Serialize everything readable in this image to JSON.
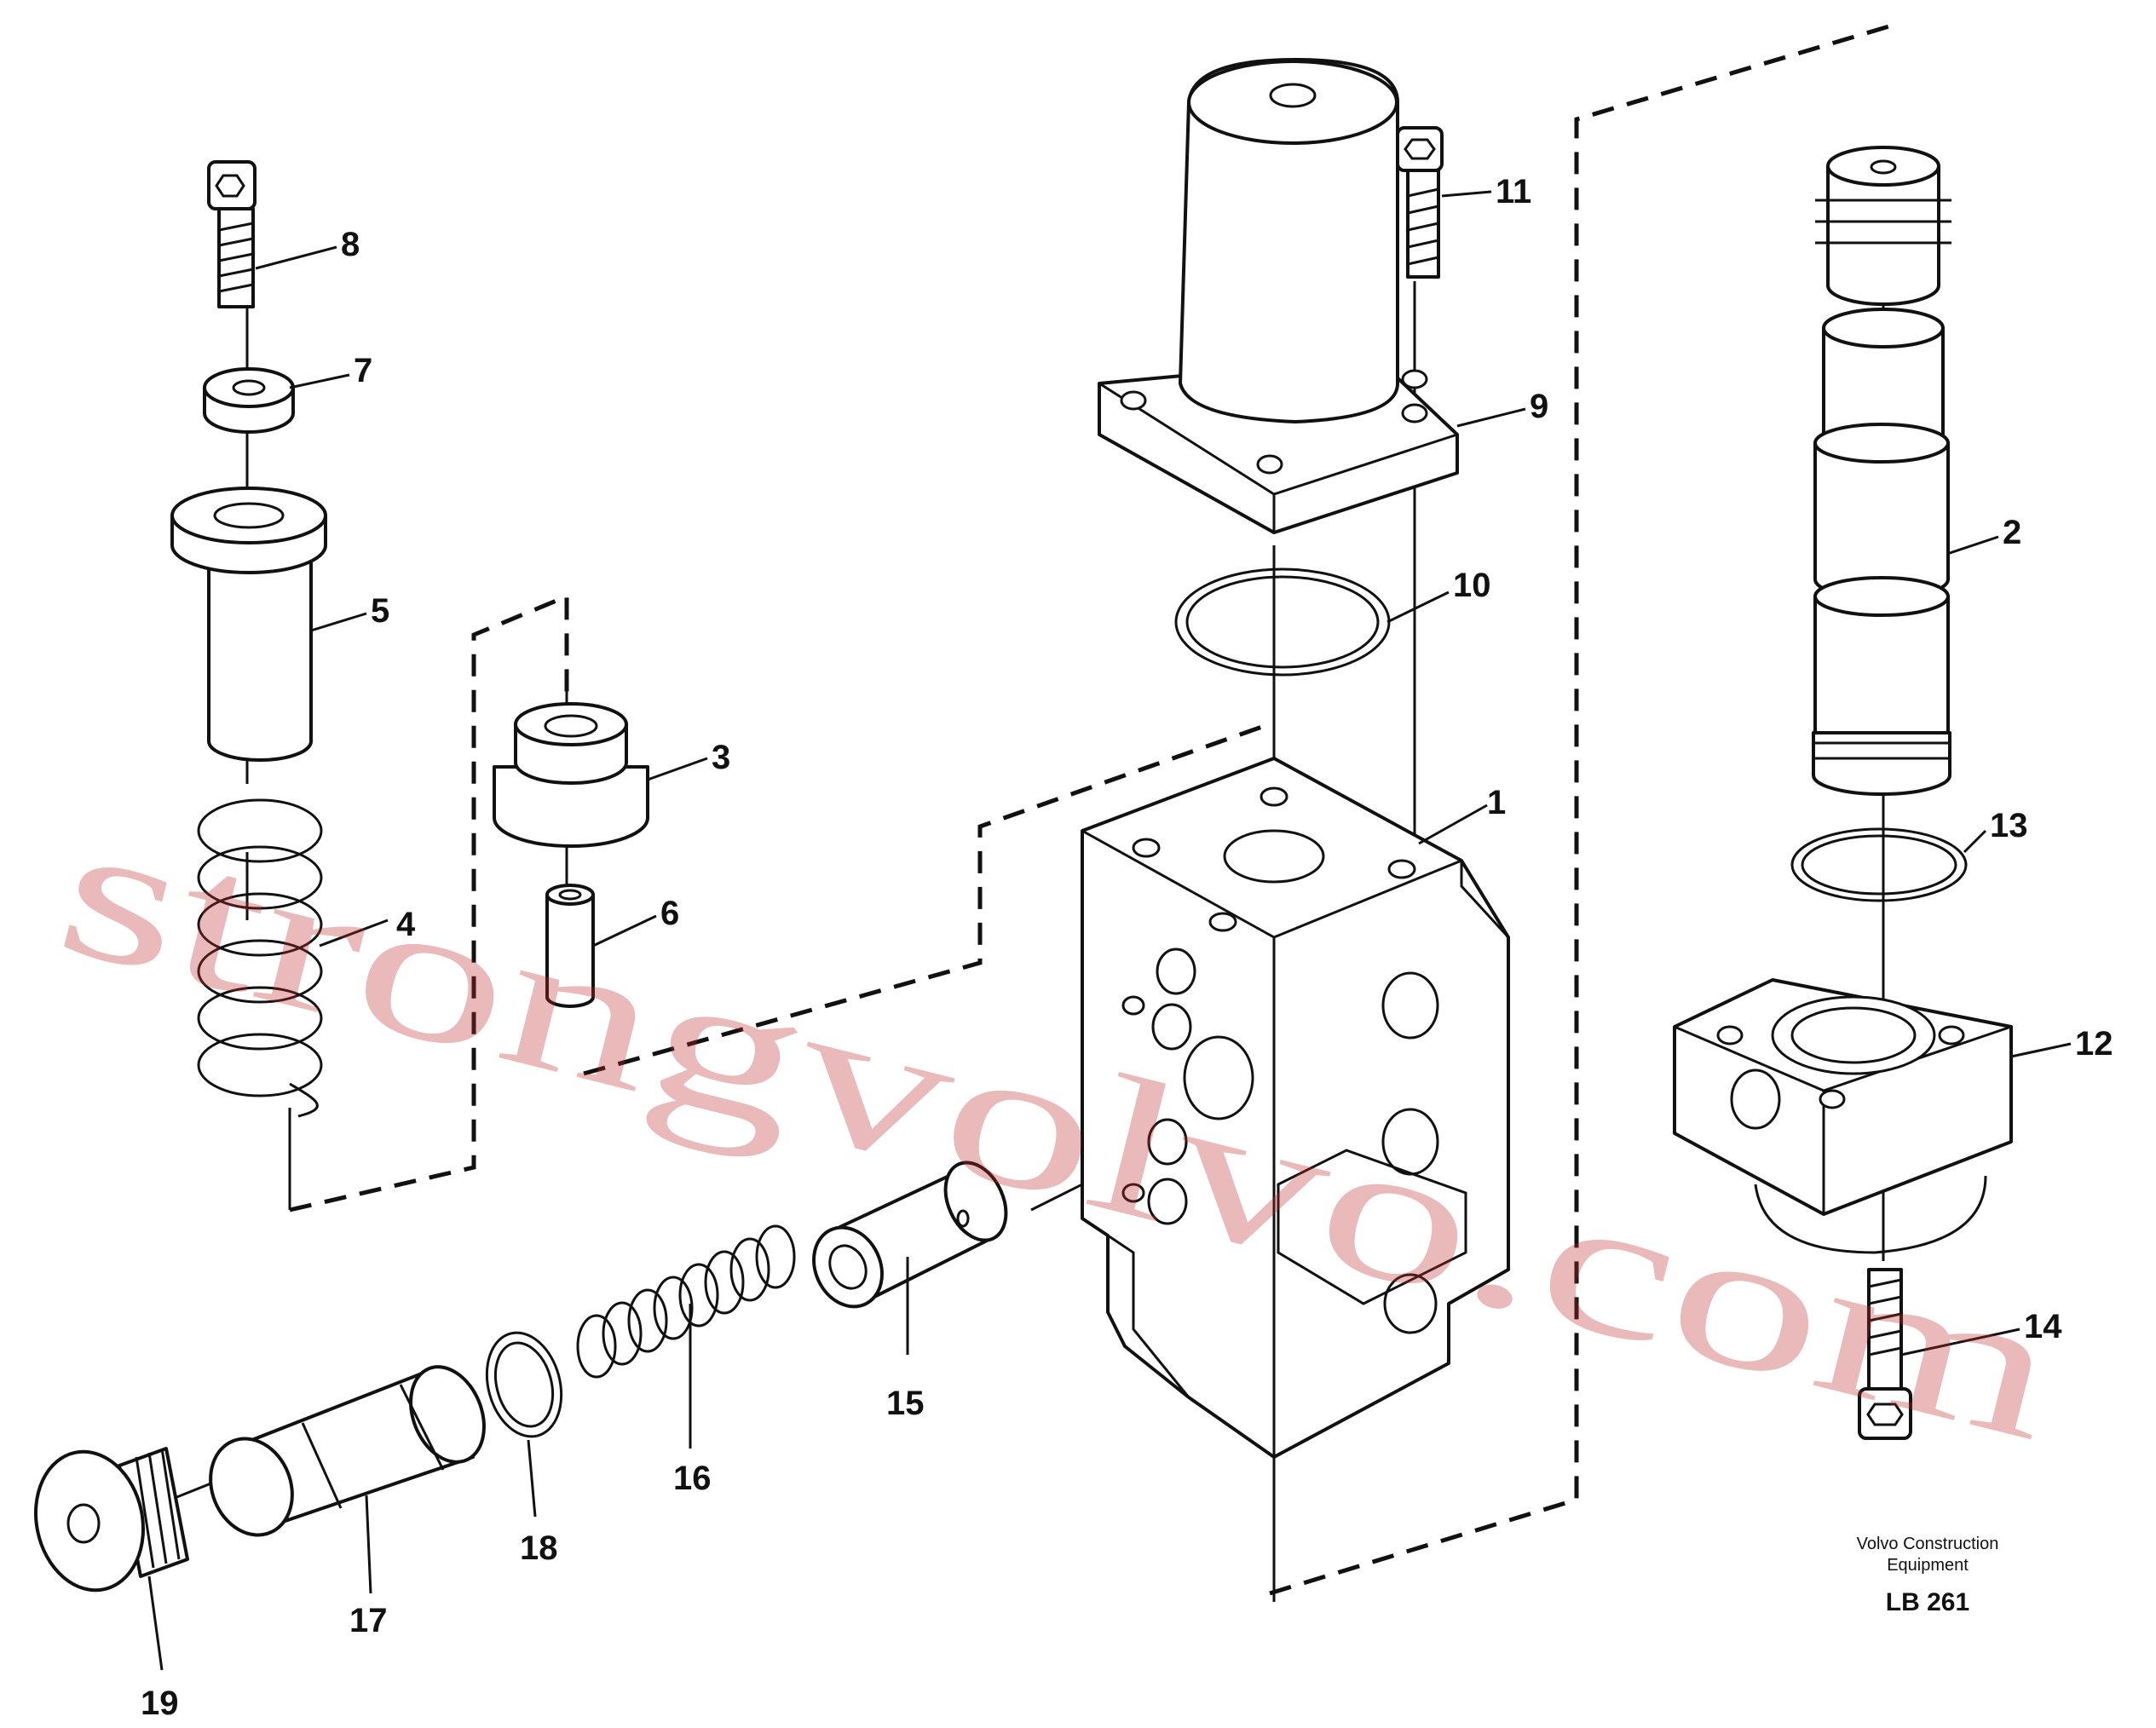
{
  "callouts": {
    "n1": "1",
    "n2": "2",
    "n3": "3",
    "n4": "4",
    "n5": "5",
    "n6": "6",
    "n7": "7",
    "n8": "8",
    "n9": "9",
    "n10": "10",
    "n11": "11",
    "n12": "12",
    "n13": "13",
    "n14": "14",
    "n15": "15",
    "n16": "16",
    "n17": "17",
    "n18": "18",
    "n19": "19"
  },
  "credit": {
    "line1": "Volvo Construction",
    "line2": "Equipment",
    "code": "LB 261"
  },
  "watermark": "strongvolvo.com",
  "colors": {
    "line": "#111111",
    "background": "#ffffff",
    "watermark": "#c02a2a"
  }
}
